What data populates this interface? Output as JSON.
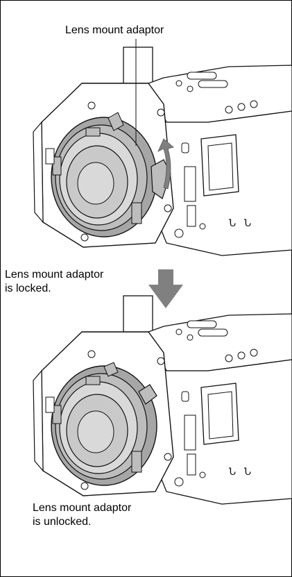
{
  "labels": {
    "adaptor": "Lens mount adaptor",
    "locked_line1": "Lens mount adaptor",
    "locked_line2": "is locked.",
    "unlocked_line1": "Lens mount adaptor",
    "unlocked_line2": "is unlocked."
  },
  "colors": {
    "outline": "#111111",
    "adaptor_ring": "#a6a6a6",
    "arrow": "#808080",
    "background": "#ffffff"
  },
  "icons": {
    "rotate_arrow": "curved-arrow-icon",
    "transition_arrow": "down-arrow-icon"
  }
}
